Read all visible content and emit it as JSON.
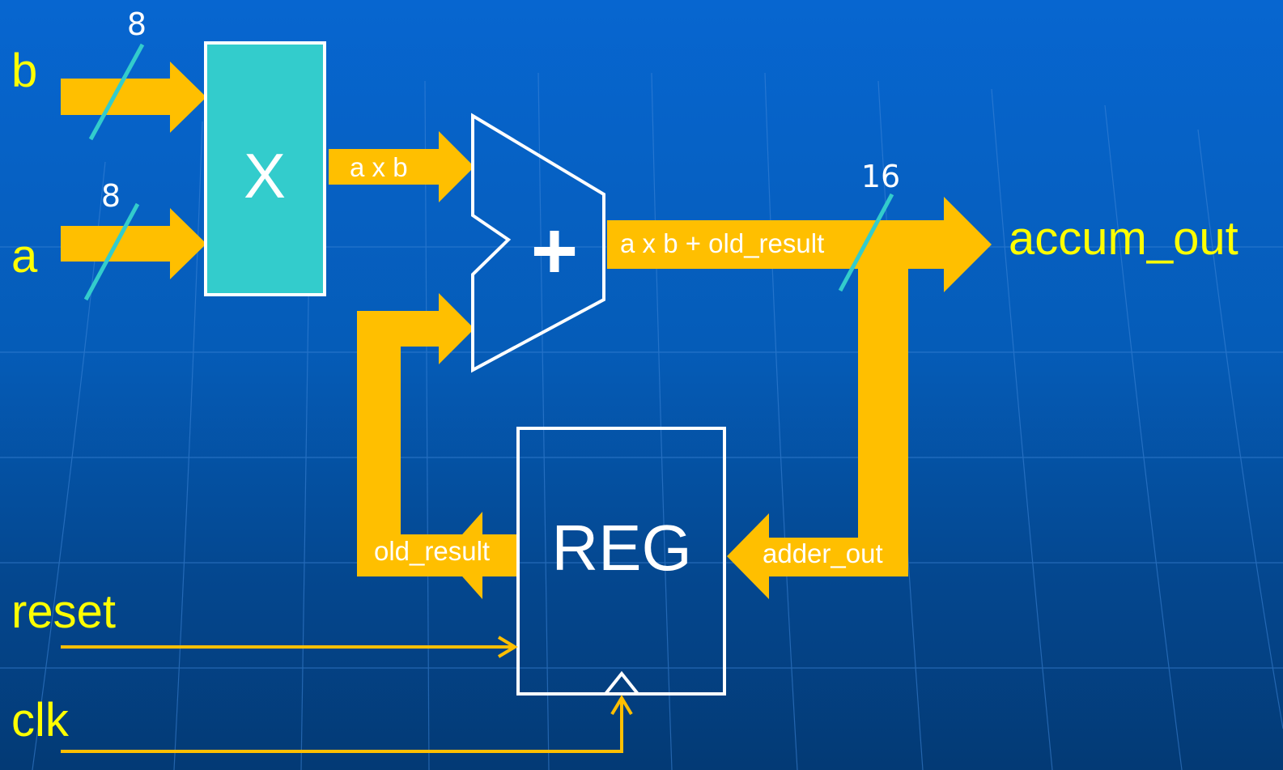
{
  "inputs": {
    "b": "b",
    "a": "a",
    "reset": "reset",
    "clk": "clk"
  },
  "bus_widths": {
    "b_width": "8",
    "a_width": "8",
    "out_width": "16"
  },
  "blocks": {
    "multiplier": "X",
    "adder": "+",
    "register": "REG"
  },
  "signals": {
    "product": "a x b",
    "sum": "a x b + old_result",
    "old_result": "old_result",
    "adder_out": "adder_out"
  },
  "output": {
    "accum_out": "accum_out"
  },
  "colors": {
    "bus": "#ffbf00",
    "label": "#ffff00",
    "multiplier_fill": "#33cccc",
    "slash": "#33cccc",
    "outline": "#ffffff"
  }
}
